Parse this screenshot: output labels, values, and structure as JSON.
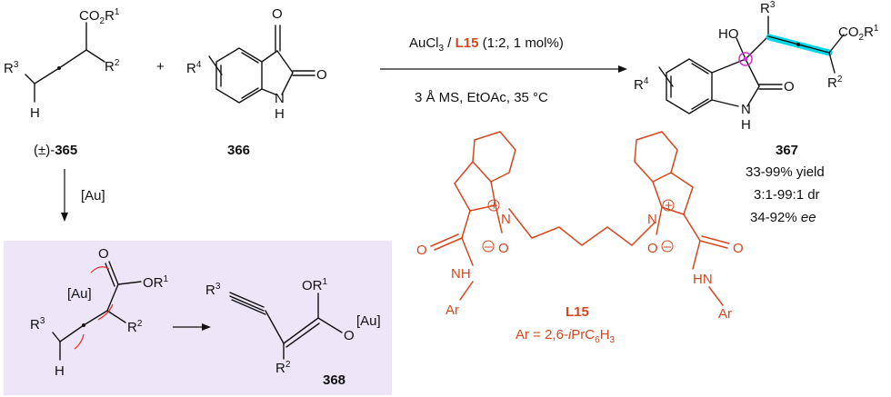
{
  "reagents": {
    "top_prefix": "AuCl",
    "top_sub": "3",
    "top_sep": " / ",
    "top_ligand": "L15",
    "top_suffix": " (1:2, 1 mol%)",
    "bottom": "3 Å MS, EtOAc, 35 °C"
  },
  "compounds": {
    "c365": {
      "prefix": "(±)-",
      "number": "365"
    },
    "c366": {
      "number": "366"
    },
    "c367": {
      "number": "367",
      "yield": "33-99% yield",
      "dr": "3:1-99:1 dr",
      "ee_value": "34-92% ",
      "ee_unit": "ee"
    },
    "c368": {
      "number": "368"
    }
  },
  "labels": {
    "co2r1": "CO",
    "co2r1_sub": "2",
    "r1": "R",
    "r1_sup": "1",
    "r2": "R",
    "r2_sup": "2",
    "r3": "R",
    "r3_sup": "3",
    "r4": "R",
    "r4_sup": "4",
    "h": "H",
    "o": "O",
    "nh_n": "N",
    "nh_h": "H",
    "ho": "HO",
    "or1": "OR",
    "au_bracket": "[Au]",
    "plus": "+",
    "o_au": "O"
  },
  "mechanism": {
    "catalyst": "[Au]"
  },
  "ligand": {
    "name": "L15",
    "ar_prefix": "Ar = 2,6-",
    "ar_italic": "i",
    "ar_pr": "PrC",
    "ar_sub1": "6",
    "ar_h": "H",
    "ar_sub2": "3",
    "nh": "NH",
    "hn": "HN",
    "ar": "Ar",
    "o": "O",
    "n": "N"
  },
  "colors": {
    "ligand": "#d4471f",
    "highlight_bond": "#00d8e8",
    "stereocenter": "#cc33cc",
    "mechanism_box": "#ece6f8"
  }
}
